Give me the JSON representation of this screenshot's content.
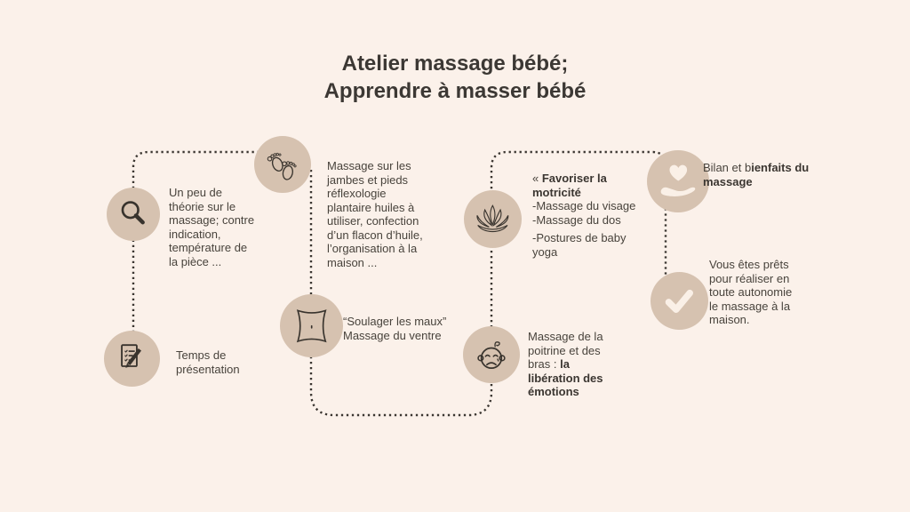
{
  "title": {
    "line1": "Atelier massage bébé;",
    "line2": "Apprendre à masser bébé"
  },
  "colors": {
    "background": "#fbf1ea",
    "circle": "#d6c2b0",
    "ink": "#3b3631",
    "glyph": "#faf0e7"
  },
  "steps": {
    "theory": {
      "icon": "magnifier-icon",
      "text": "Un peu de\nthéorie sur le\nmassage; contre\nindication,\ntempérature de\nla pièce ..."
    },
    "legs_feet": {
      "icon": "baby-feet-icon",
      "text": "Massage sur les\njambes et  pieds\nréflexologie\nplantaire huiles à\nutiliser, confection\nd’un flacon d’huile,\nl’organisation à la\nmaison ..."
    },
    "presentation": {
      "icon": "notes-pencil-icon",
      "text": "Temps de\nprésentation"
    },
    "belly": {
      "icon": "belly-icon",
      "text": "“Soulager les maux”\nMassage du ventre"
    },
    "motricity": {
      "icon": "lotus-icon",
      "prefix": "« ",
      "bold": "Favoriser la\nmotricité",
      "items": "-Massage du visage\n-Massage du dos",
      "items2": "-Postures de baby\nyoga"
    },
    "chest": {
      "icon": "crying-baby-icon",
      "text": "Massage de la\npoitrine et des\nbras : ",
      "bold": "la\nlibération des\némotions"
    },
    "bilan": {
      "icon": "hand-heart-icon",
      "text": "Bilan et b",
      "bold": "ienfaits du\nmassage"
    },
    "ready": {
      "icon": "check-icon",
      "text": "Vous êtes prêts\npour réaliser en\ntoute autonomie\nle massage à la\nmaison."
    }
  }
}
